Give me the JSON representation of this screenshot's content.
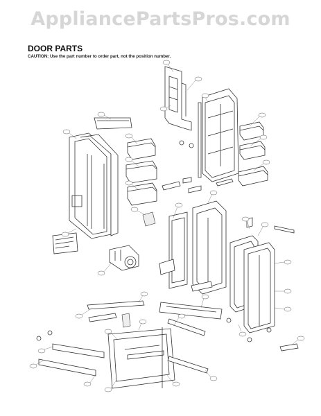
{
  "watermark": "AppliancePartsPros.com",
  "title": "DOOR PARTS",
  "caution": "CAUTION: Use the part number to order part, not the position number."
}
